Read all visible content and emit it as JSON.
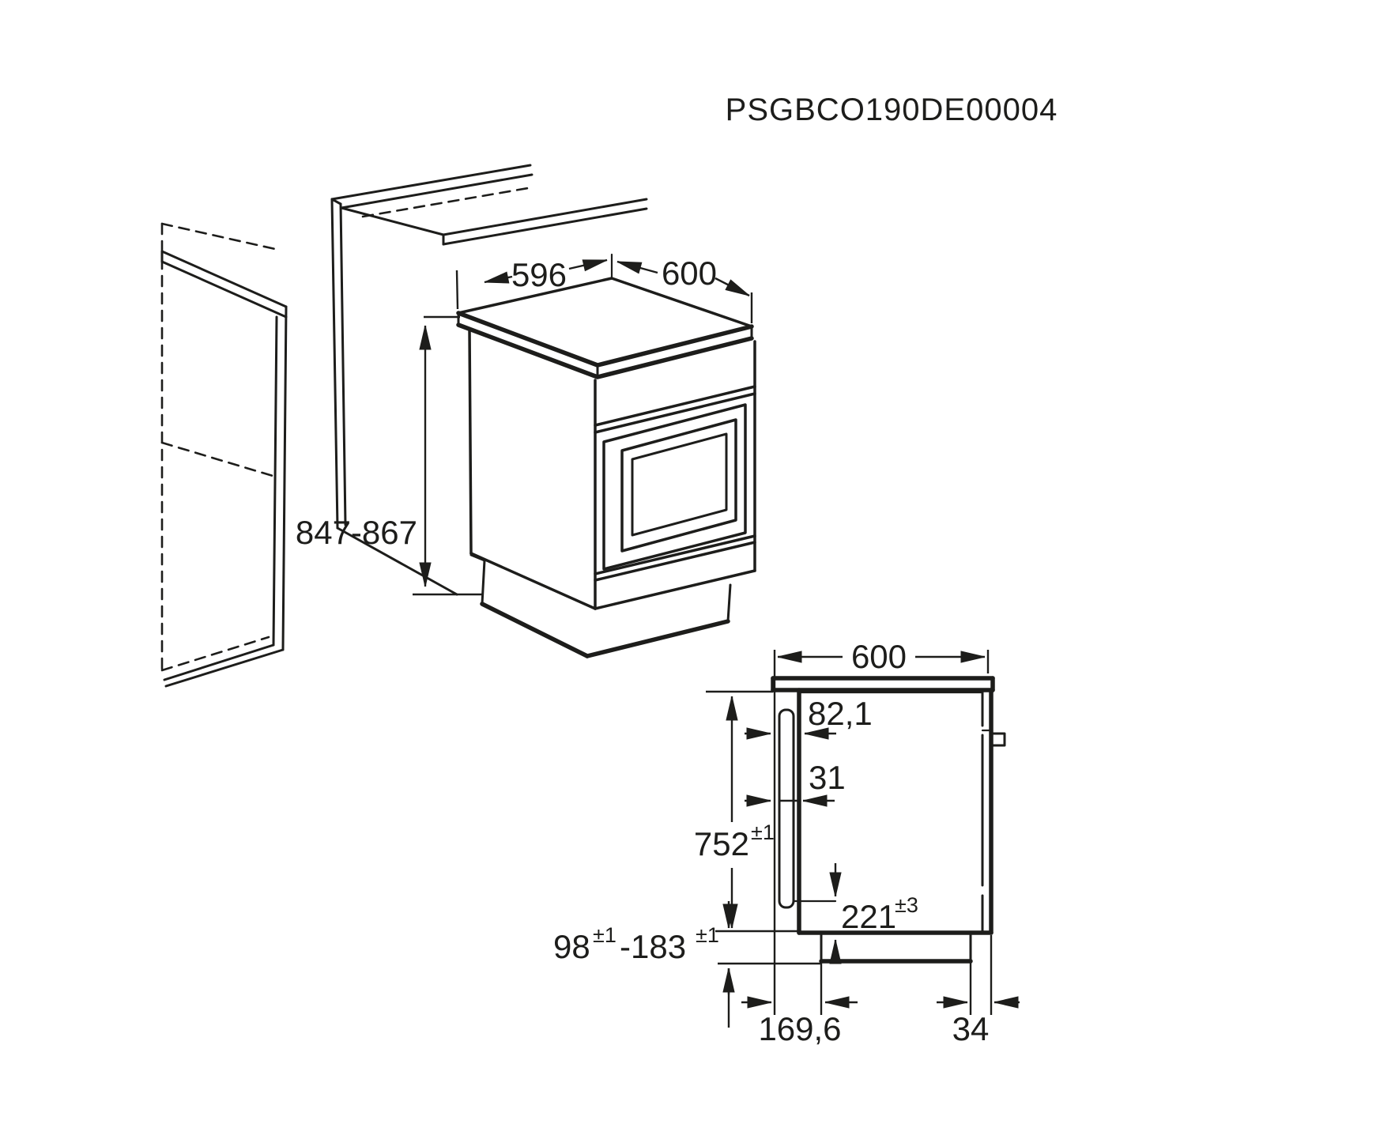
{
  "meta": {
    "drawing_code": "PSGBCO190DE00004"
  },
  "colors": {
    "line": "#1d1d1b",
    "background": "#ffffff"
  },
  "iso_view": {
    "description": "isometric view of freestanding cooker between kitchen cabinets",
    "dim_top_width": "596",
    "dim_top_depth": "600",
    "dim_height_range": "847-867"
  },
  "side_view": {
    "description": "side cross-section with installation dimensions",
    "dim_depth": "600",
    "dim_handle_clearance": "82,1",
    "dim_handle_depth": "31",
    "dim_body_height": {
      "value": "752",
      "tol": "±1"
    },
    "dim_bottom_gap": {
      "value": "221",
      "tol": "±3"
    },
    "dim_plinth_range": {
      "value_min": "98",
      "tol_min": "±1",
      "value_max": "-183",
      "tol_max": "±1"
    },
    "dim_front_recess": "169,6",
    "dim_rear_recess": "34"
  }
}
